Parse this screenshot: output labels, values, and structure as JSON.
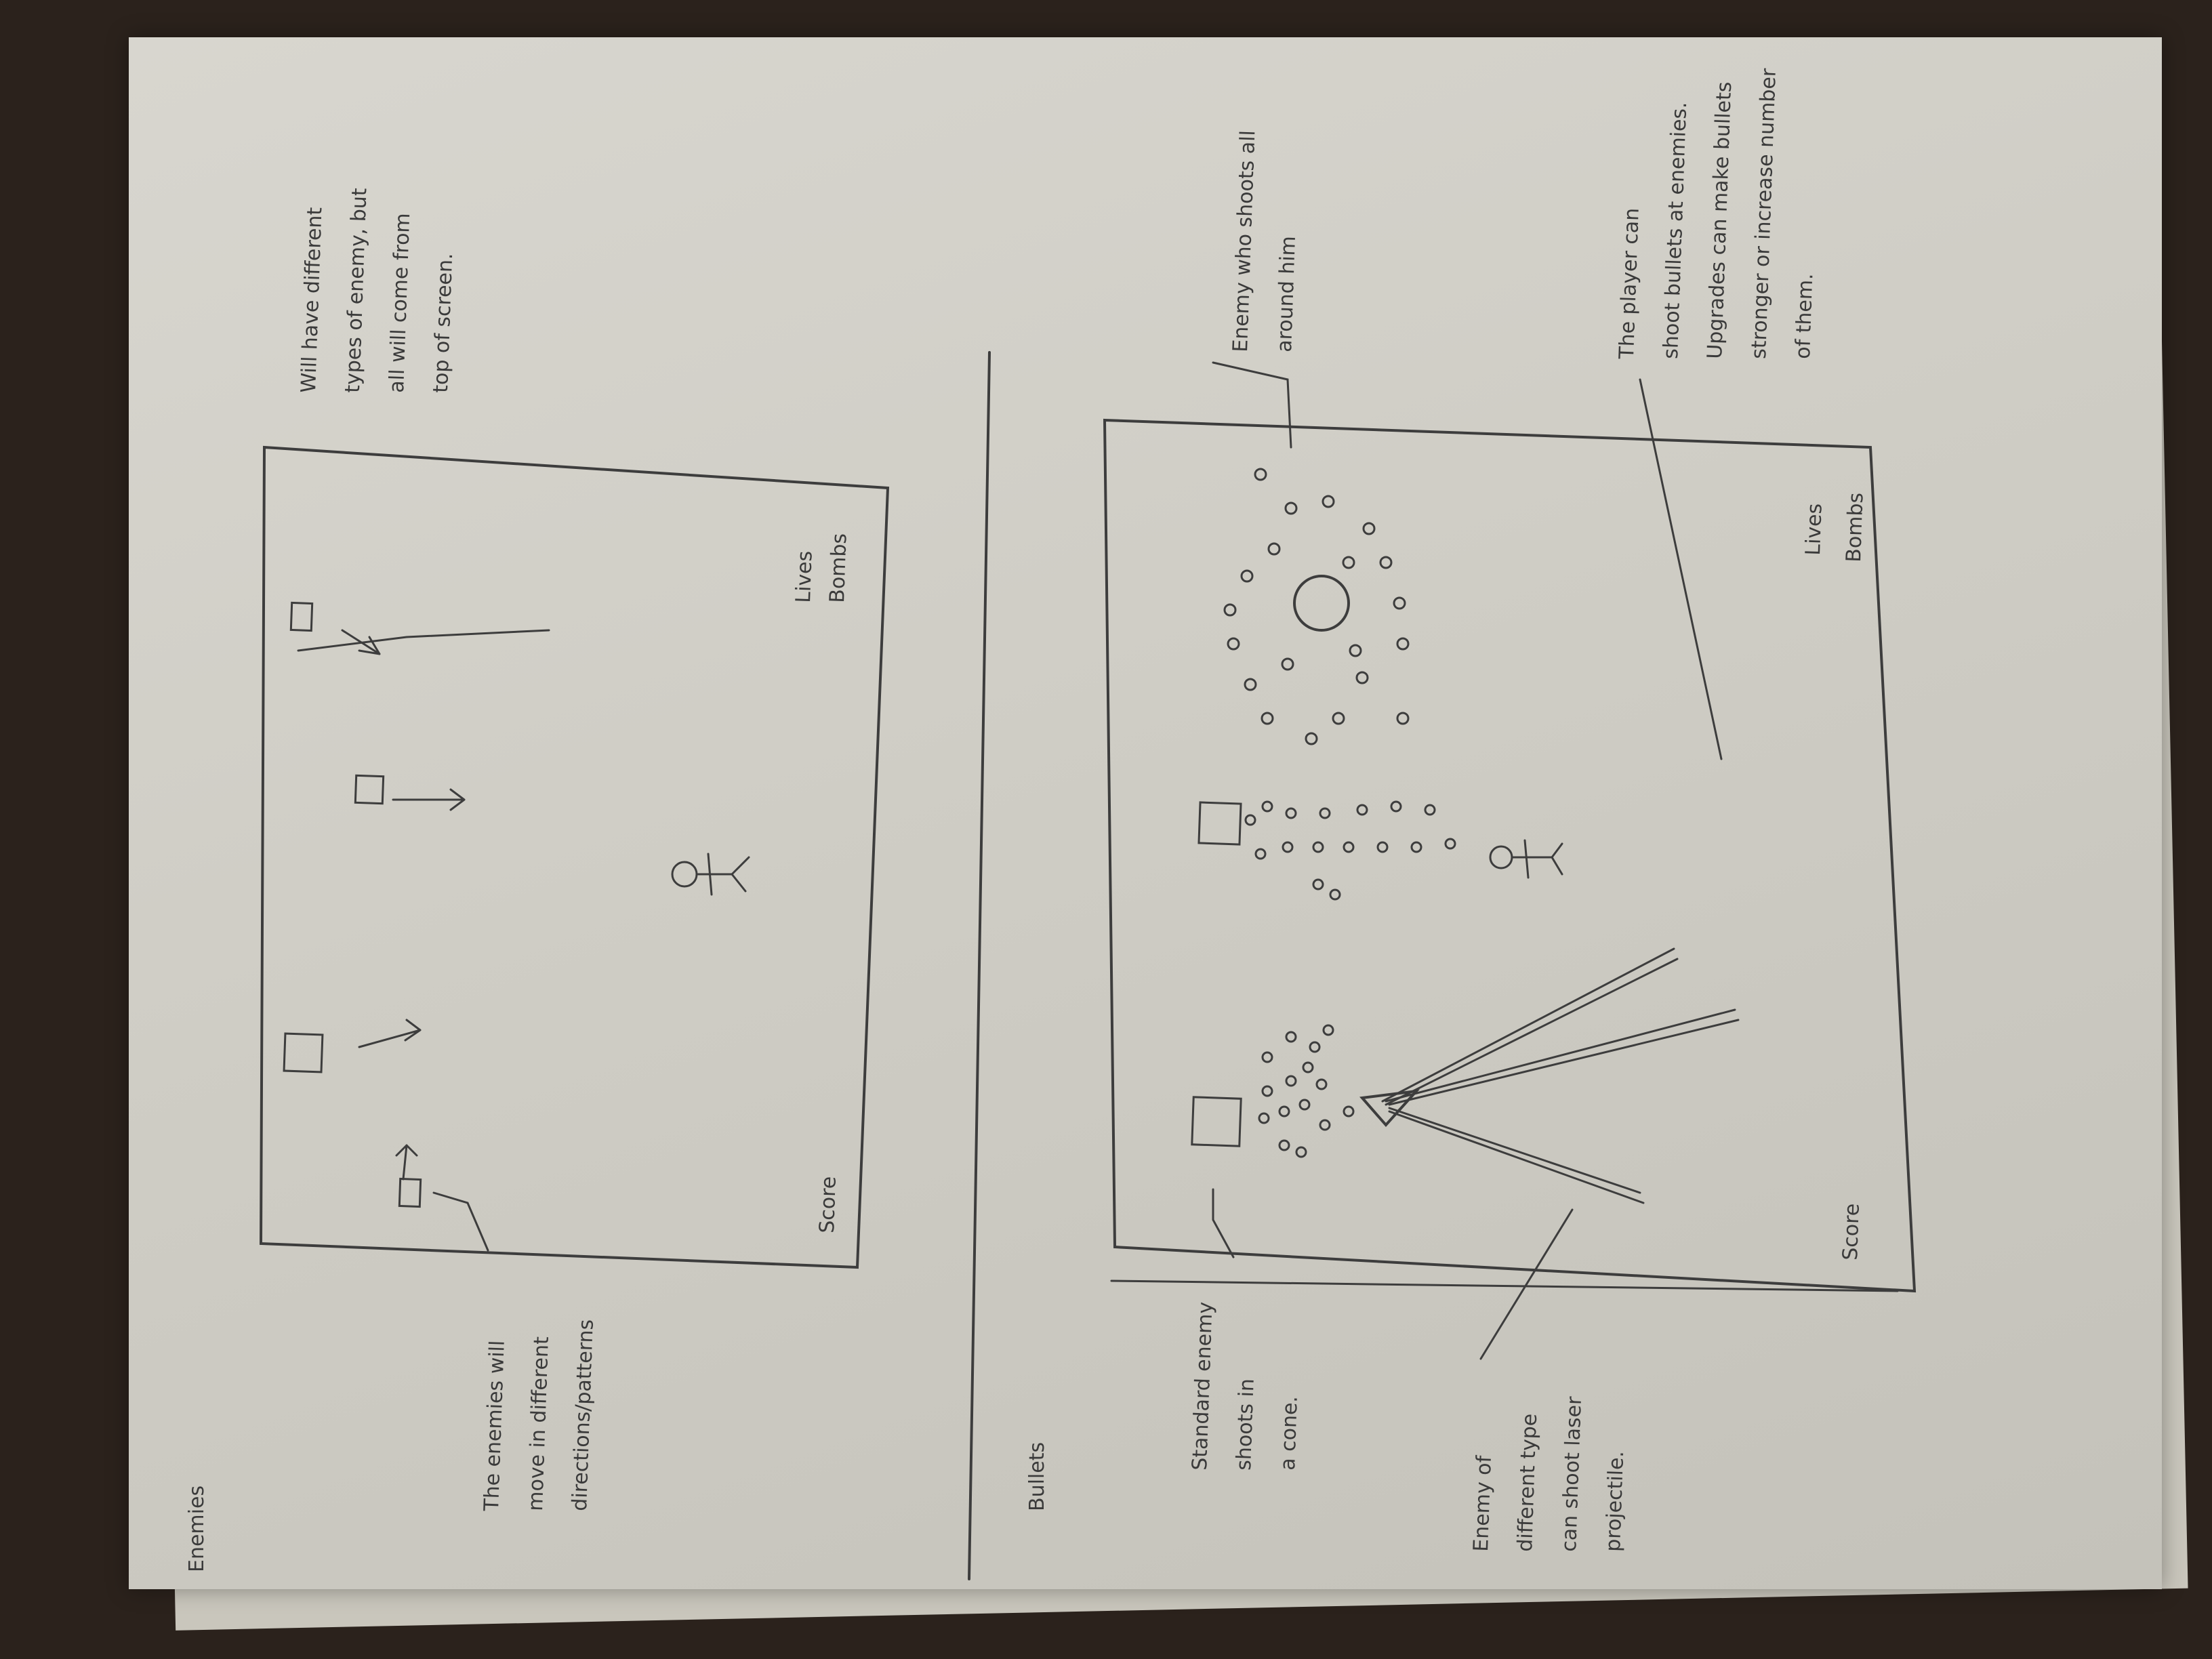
{
  "sheet": {
    "section_enemies": "Enemies",
    "section_bullets": "Bullets"
  },
  "top_frame": {
    "note_right": [
      "Will have different",
      "types of enemy, but",
      "all will come from",
      "top of screen."
    ],
    "note_left": [
      "The enemies will",
      "move in different",
      "directions/patterns"
    ],
    "hud_score": "Score",
    "hud_lives": "Lives",
    "hud_bombs": "Bombs"
  },
  "bottom_frame": {
    "note_enemy_shoots": [
      "Enemy who shoots all",
      "around him"
    ],
    "note_player": [
      "The player can",
      "shoot bullets at enemies.",
      "Upgrades can make bullets",
      "stronger or increase number",
      "of them."
    ],
    "note_standard_enemy": [
      "Standard enemy",
      "shoots in",
      "a cone."
    ],
    "note_laser_enemy": [
      "Enemy of",
      "different type",
      "can shoot laser",
      "projectile."
    ],
    "hud_score": "Score",
    "hud_lives": "Lives",
    "hud_bombs": "Bombs"
  },
  "colors": {
    "pencil": "#3d3d3d",
    "paper": "#d3d1ca",
    "desk": "#2b221c"
  }
}
